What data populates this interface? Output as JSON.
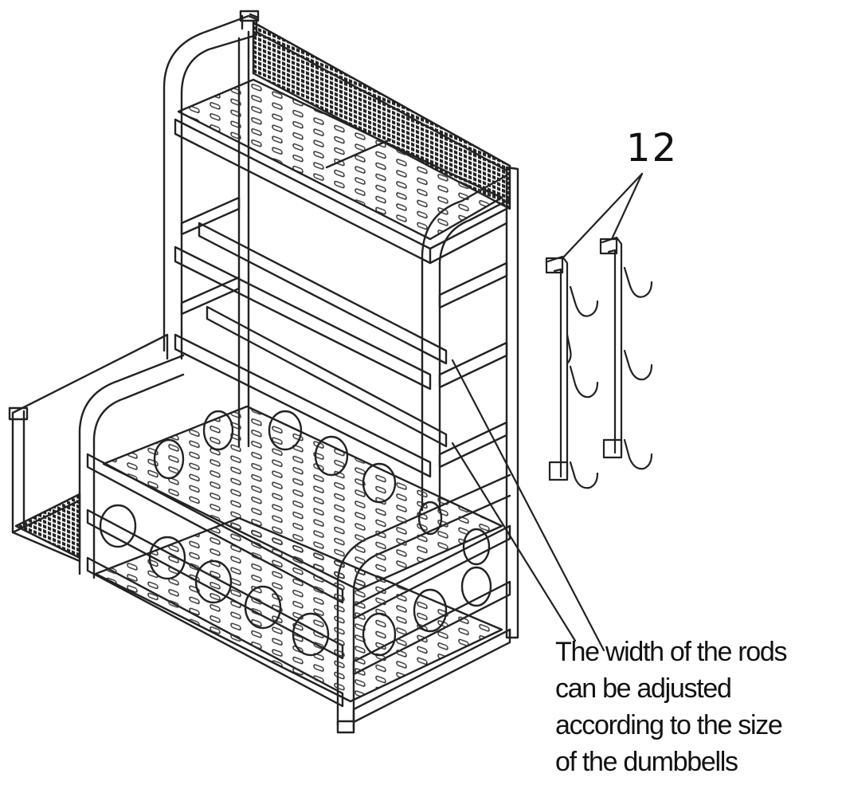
{
  "callout": {
    "number": "12"
  },
  "caption": {
    "lines": [
      "The width of the rods",
      "can be adjusted",
      "according to the size",
      "of the dumbbells"
    ]
  },
  "colors": {
    "line": "#222222",
    "background": "#ffffff"
  }
}
